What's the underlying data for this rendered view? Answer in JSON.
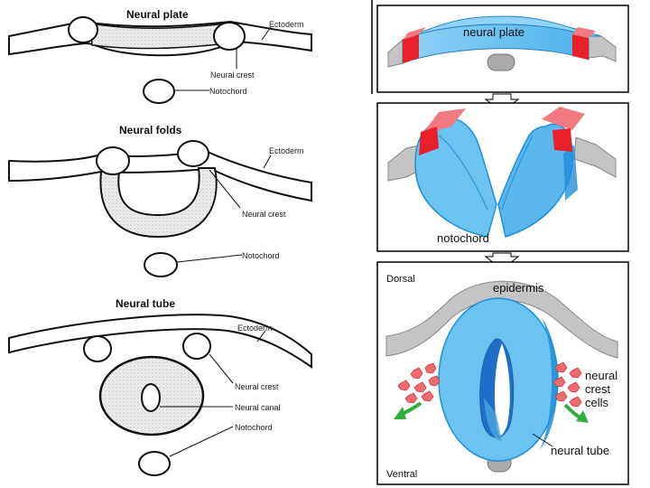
{
  "left_stages": [
    {
      "title": "Neural plate",
      "labels": {
        "ectoderm": "Ectoderm",
        "neural_crest": "Neural crest",
        "notochord": "Notochord"
      }
    },
    {
      "title": "Neural folds",
      "labels": {
        "ectoderm": "Ectoderm",
        "neural_crest": "Neural crest",
        "notochord": "Notochord"
      }
    },
    {
      "title": "Neural tube",
      "labels": {
        "ectoderm": "Ectoderm",
        "neural_crest": "Neural crest",
        "neural_canal": "Neural canal",
        "notochord": "Notochord"
      }
    }
  ],
  "right_panels": {
    "plate_label": "neural plate",
    "notochord_label": "notochord",
    "dorsal_label": "Dorsal",
    "epidermis_label": "epidermis",
    "crest_label_lines": [
      "neural",
      "crest",
      "cells"
    ],
    "tube_label": "neural tube",
    "ventral_label": "Ventral"
  },
  "colors": {
    "neural_blue": "#6cc3f2",
    "neural_blue_dark": "#1f8fd8",
    "crest_red": "#e8202a",
    "crest_red_light": "#f07a80",
    "ectoderm_gray": "#c4c4c4",
    "crest_cells": "#f06a70",
    "arrow_green": "#2fae3a",
    "stipple": "#e0e0e0"
  }
}
